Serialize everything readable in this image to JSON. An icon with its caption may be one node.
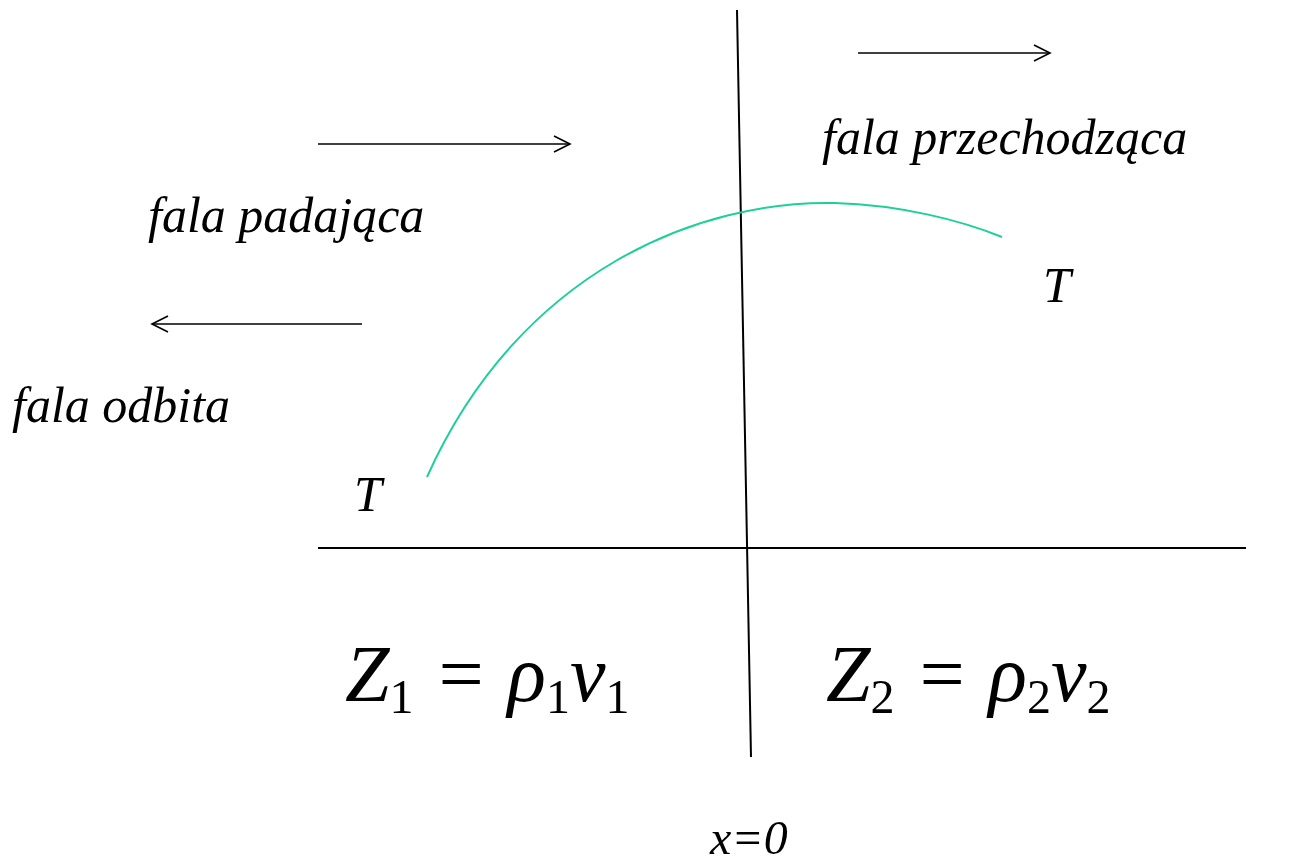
{
  "diagram": {
    "labels": [
      "fala przechodząca",
      "fala padająca",
      "T",
      "fala odbita",
      "T",
      "Z$_{1}$ = ρ$_{1}$v$_{1}$",
      "Z$_{2}$ = ρ$_{2}$v$_{2}$",
      "x=0"
    ]
  }
}
